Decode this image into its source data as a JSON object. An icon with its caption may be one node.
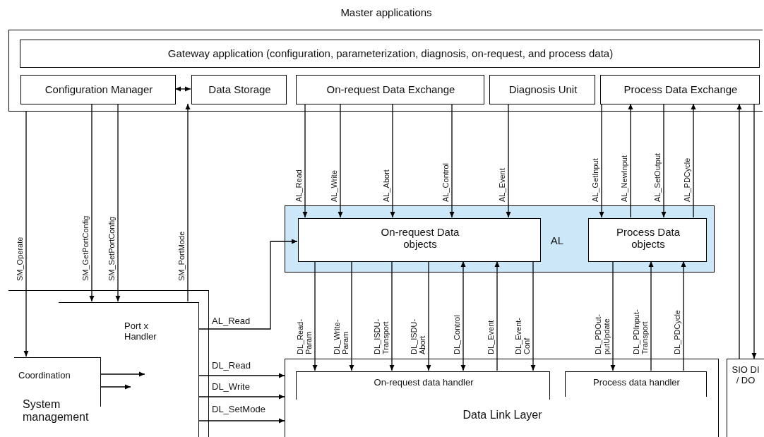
{
  "diagram": {
    "nodes": [
      {
        "text": [
          "Master applications"
        ]
      },
      {
        "text": [
          "Gateway application (configuration, parameterization, diagnosis, on-request, and process data)"
        ],
        "in": 0
      },
      {
        "text": [
          "Configuration Manager"
        ],
        "in": 0
      },
      {
        "text": [
          "Data Storage"
        ],
        "in": 0
      },
      {
        "text": [
          "On-request Data Exchange"
        ],
        "in": 0
      },
      {
        "text": [
          "Diagnosis Unit"
        ],
        "in": 0
      },
      {
        "text": [
          "Process Data Exchange"
        ],
        "in": 0
      },
      {
        "text": [
          "AL"
        ]
      },
      {
        "text": [
          "On-request Data objects"
        ],
        "in": 7
      },
      {
        "text": [
          "Process Data objects"
        ],
        "in": 7
      },
      {
        "text": [
          "System management"
        ]
      },
      {
        "text": [
          "Port x Handler"
        ],
        "in": 10
      },
      {
        "text": [
          "Coordination"
        ],
        "in": 10
      },
      {
        "text": [
          "Data Link Layer"
        ]
      },
      {
        "text": [
          "On-request data handler"
        ],
        "in": 13
      },
      {
        "text": [
          "Process data handler"
        ],
        "in": 13
      },
      {
        "text": [
          "SIO DI / DO"
        ]
      }
    ],
    "edges": [
      {
        "from": 2,
        "to": 3,
        "arrow": "both"
      },
      {
        "from": 4,
        "to": 8,
        "arrow": "to",
        "label": "AL_Read"
      },
      {
        "from": 4,
        "to": 8,
        "arrow": "to",
        "label": "AL_Write"
      },
      {
        "from": 4,
        "to": 8,
        "arrow": "to",
        "label": "AL_Abort"
      },
      {
        "from": 4,
        "to": 8,
        "arrow": "to",
        "label": "AL_Control"
      },
      {
        "from": 5,
        "to": 8,
        "arrow": "to",
        "label": "AL_Event"
      },
      {
        "from": 6,
        "to": 9,
        "arrow": "to",
        "label": "AL_GetInput"
      },
      {
        "from": 9,
        "to": 6,
        "arrow": "to",
        "label": "AL_NewInput"
      },
      {
        "from": 6,
        "to": 9,
        "arrow": "to",
        "label": "AL_SetOutput"
      },
      {
        "from": 9,
        "to": 6,
        "arrow": "to",
        "label": "AL_PDCycle"
      },
      {
        "from": 0,
        "to": 12,
        "arrow": "to",
        "label": "SM_Operate"
      },
      {
        "from": 2,
        "to": 11,
        "arrow": "to",
        "label": "SM_GetPortConfig"
      },
      {
        "from": 2,
        "to": 11,
        "arrow": "to",
        "label": "SM_SetPortConfig"
      },
      {
        "from": 11,
        "to": 3,
        "arrow": "to",
        "label": "SM_PortMode"
      },
      {
        "from": 11,
        "to": 8,
        "arrow": "to",
        "label": "AL_Read"
      },
      {
        "from": 12,
        "to": 11,
        "arrow": "to"
      },
      {
        "from": 12,
        "to": 11,
        "arrow": "to"
      },
      {
        "from": 11,
        "to": 13,
        "arrow": "to",
        "label": "DL_Read"
      },
      {
        "from": 11,
        "to": 13,
        "arrow": "to",
        "label": "DL_Write"
      },
      {
        "from": 11,
        "to": 13,
        "arrow": "to",
        "label": "DL_SetMode"
      },
      {
        "from": 8,
        "to": 14,
        "arrow": "to",
        "label": "DL_Read-Param"
      },
      {
        "from": 8,
        "to": 14,
        "arrow": "to",
        "label": "DL_Write-Param"
      },
      {
        "from": 8,
        "to": 14,
        "arrow": "to",
        "label": "DL_ISDU-Transport"
      },
      {
        "from": 8,
        "to": 14,
        "arrow": "to",
        "label": "DL_ISDU-Abort"
      },
      {
        "from": 8,
        "to": 14,
        "arrow": "both",
        "label": "DL_Control"
      },
      {
        "from": 14,
        "to": 8,
        "arrow": "to",
        "label": "DL_Event"
      },
      {
        "from": 8,
        "to": 14,
        "arrow": "to",
        "label": "DL_Event-Conf"
      },
      {
        "from": 9,
        "to": 15,
        "arrow": "to",
        "label": "DL_PDOut-putUpdate"
      },
      {
        "from": 15,
        "to": 9,
        "arrow": "to",
        "label": "DL_PDInput-Transport"
      },
      {
        "from": 15,
        "to": 9,
        "arrow": "to",
        "label": "DL_PDCycle"
      },
      {
        "from": 16,
        "to": 6,
        "arrow": "to"
      },
      {
        "from": 6,
        "to": 16,
        "arrow": "to"
      }
    ]
  }
}
